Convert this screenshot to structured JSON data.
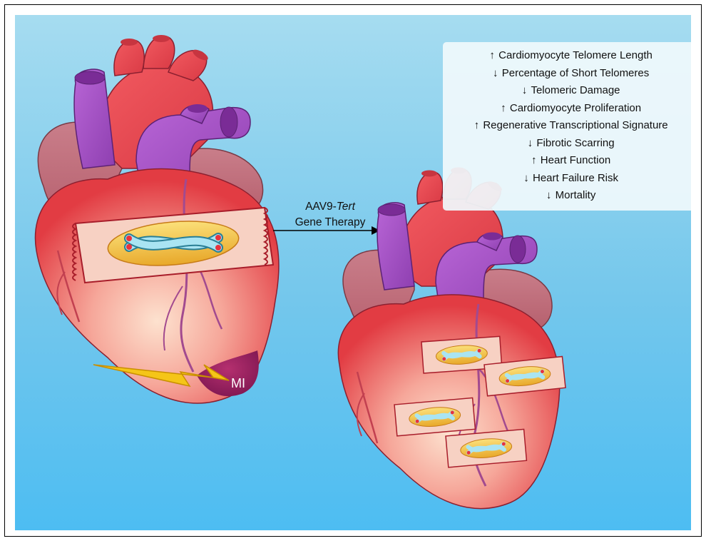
{
  "therapy": {
    "prefix": "AAV9-",
    "italic": "Tert",
    "line2": "Gene Therapy"
  },
  "injury_label": "MI",
  "effects": [
    {
      "dir": "up",
      "text": "Cardiomyocyte Telomere Length"
    },
    {
      "dir": "down",
      "text": "Percentage of Short Telomeres"
    },
    {
      "dir": "down",
      "text": "Telomeric Damage"
    },
    {
      "dir": "up",
      "text": "Cardiomyocyte Proliferation"
    },
    {
      "dir": "up",
      "text": "Regenerative Transcriptional Signature"
    },
    {
      "dir": "down",
      "text": "Fibrotic Scarring"
    },
    {
      "dir": "up",
      "text": "Heart Function"
    },
    {
      "dir": "down",
      "text": "Heart Failure Risk"
    },
    {
      "dir": "down",
      "text": "Mortality"
    }
  ],
  "colors": {
    "background_top": "#a6dcf0",
    "background_bottom": "#4dbdf2",
    "heart_red": "#e84a4f",
    "vessel_purple": "#a855c9",
    "infarct": "#9a1f63",
    "lightning": "#f5c518",
    "nucleus": "#f2c84b",
    "chromosome": "#a9e4f2"
  }
}
